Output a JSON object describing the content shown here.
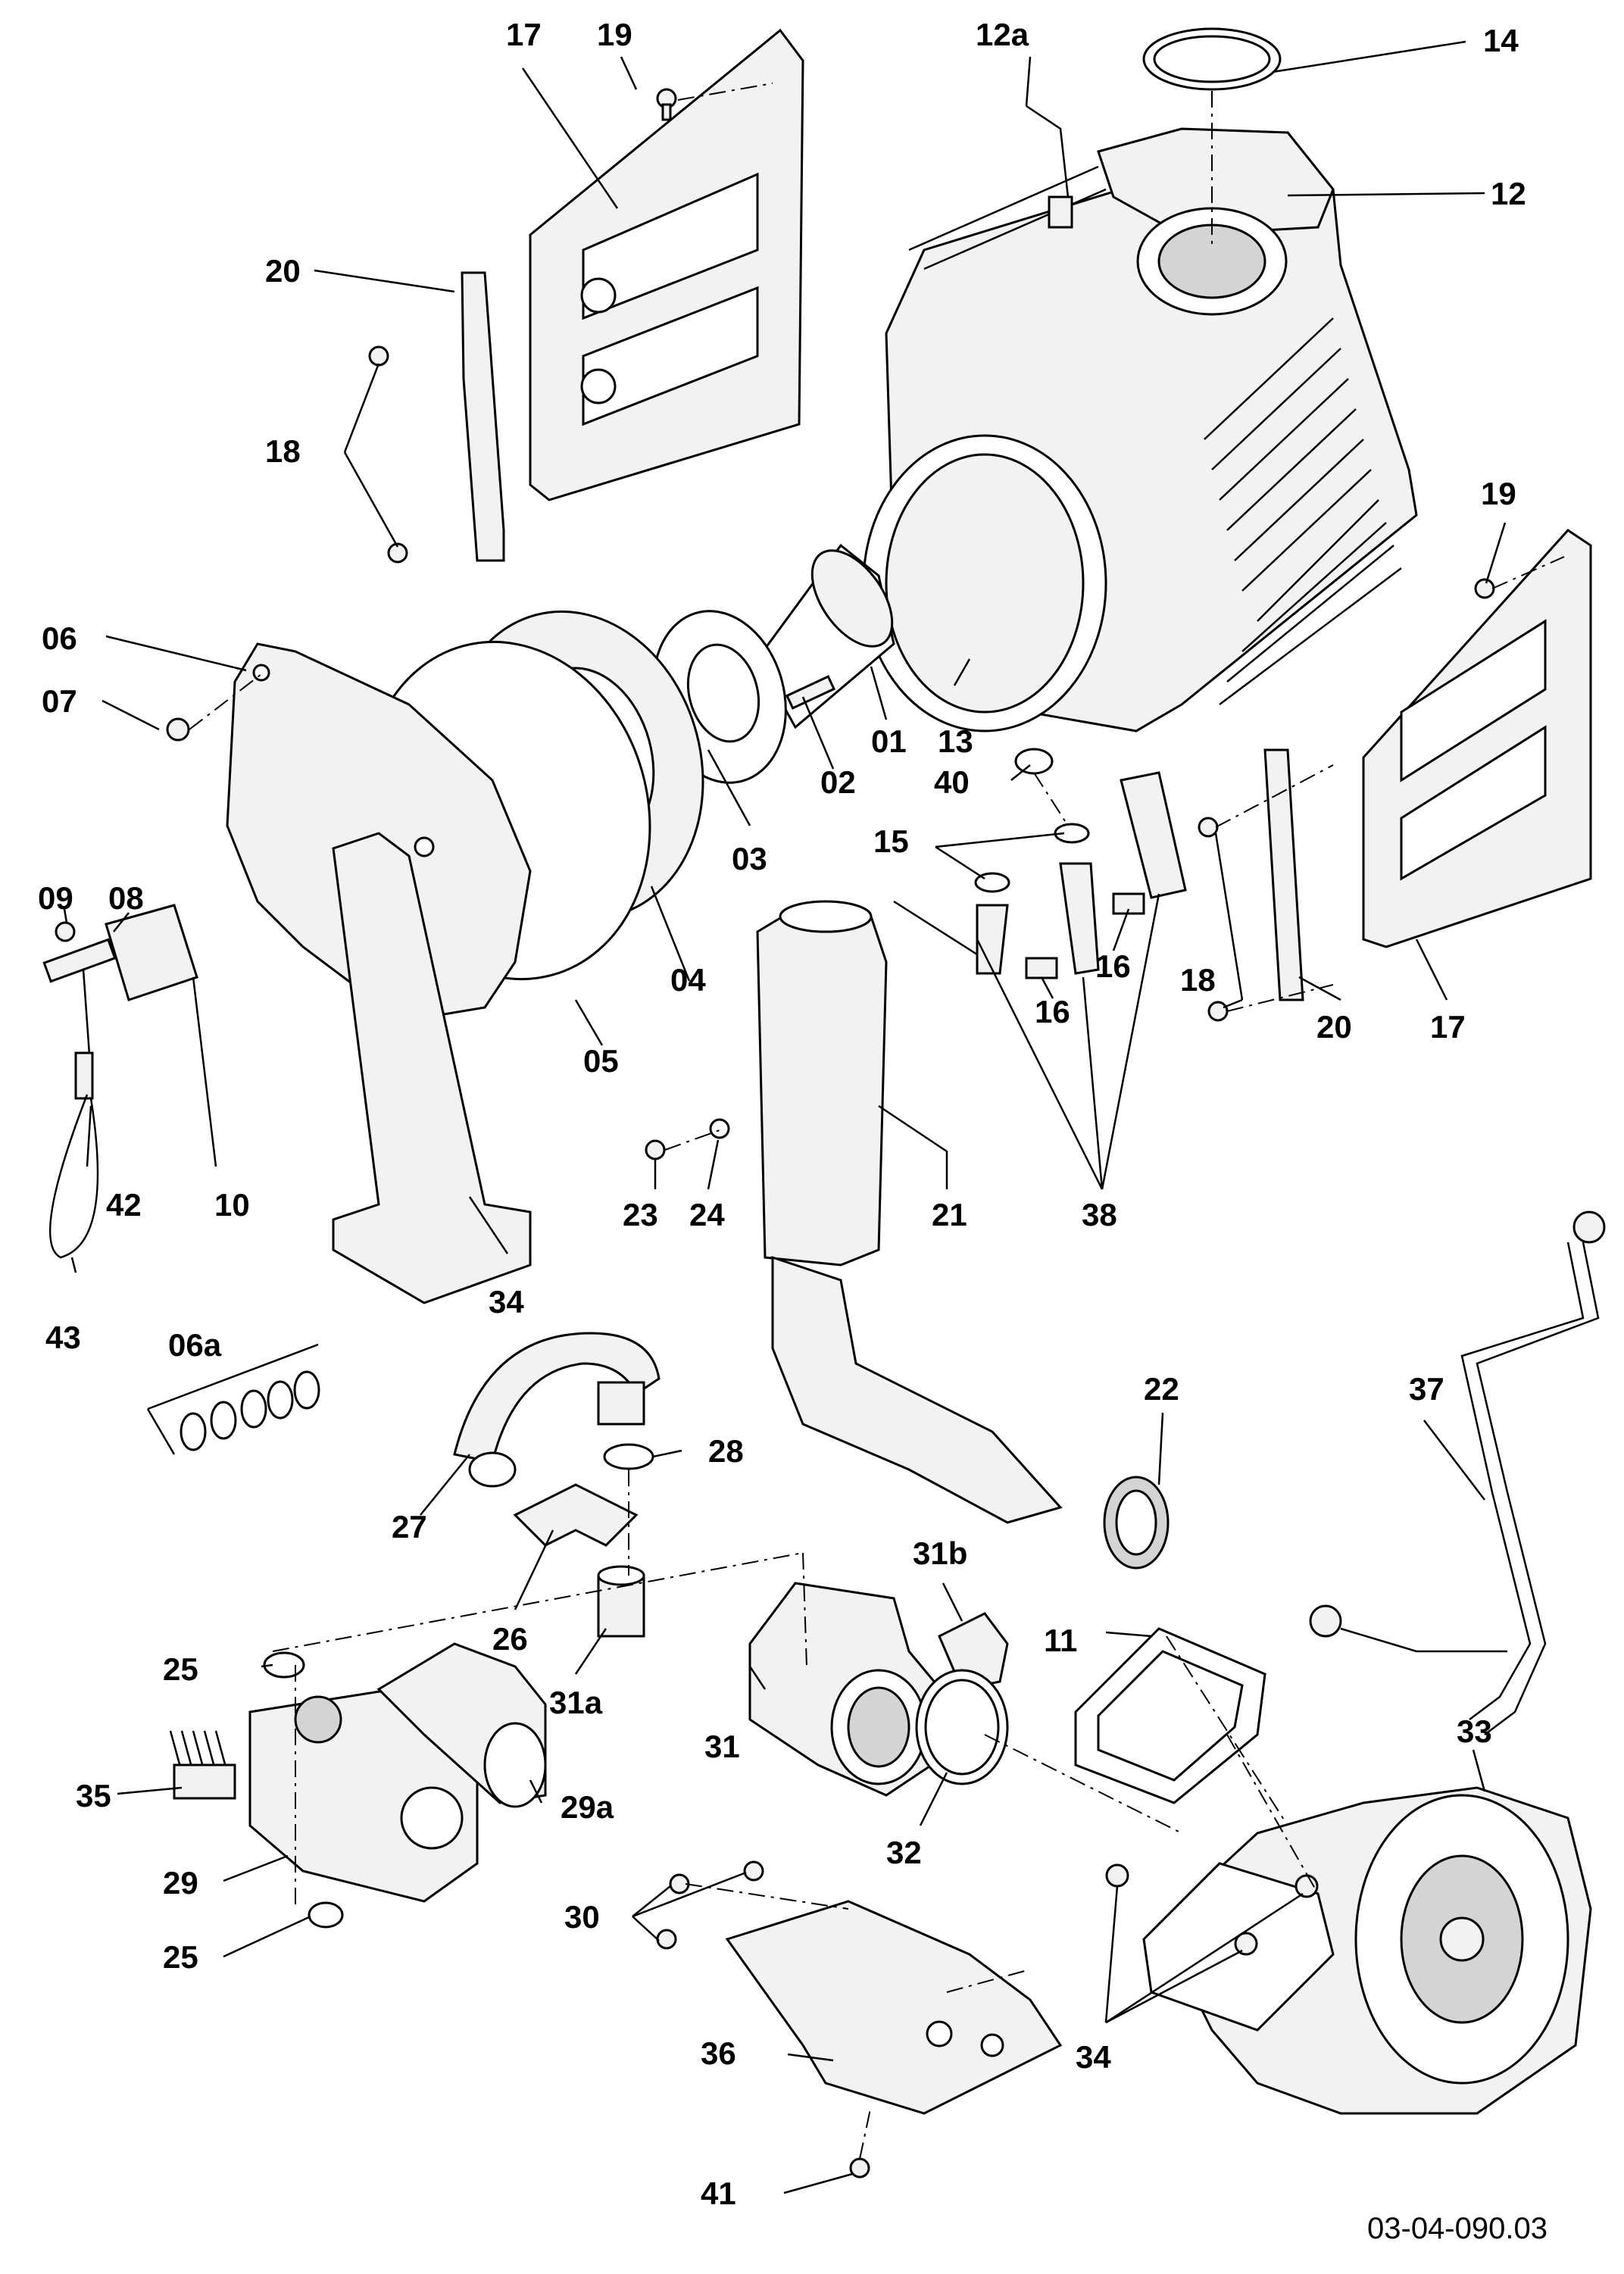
{
  "callouts": {
    "c17a": "17",
    "c19a": "19",
    "c12a": "12a",
    "c14": "14",
    "c12": "12",
    "c20a": "20",
    "c18a": "18",
    "c06": "06",
    "c07": "07",
    "c01": "01",
    "c02": "02",
    "c13": "13",
    "c40": "40",
    "c03": "03",
    "c15": "15",
    "c19b": "19",
    "c09": "09",
    "c08": "08",
    "c04": "04",
    "c16a": "16",
    "c16b": "16",
    "c18b": "18",
    "c05": "05",
    "c20b": "20",
    "c17b": "17",
    "c42": "42",
    "c10": "10",
    "c23": "23",
    "c24": "24",
    "c21": "21",
    "c38": "38",
    "c43": "43",
    "c34a": "34",
    "c06a": "06a",
    "c22": "22",
    "c37": "37",
    "c28": "28",
    "c27": "27",
    "c26": "26",
    "c31b": "31b",
    "c25a": "25",
    "c31a": "31a",
    "c11": "11",
    "c31": "31",
    "c33": "33",
    "c35": "35",
    "c29a": "29a",
    "c32": "32",
    "c29": "29",
    "c30": "30",
    "c25b": "25",
    "c34b": "34",
    "c36": "36",
    "c41": "41"
  },
  "document_ref": "03-04-090.03"
}
